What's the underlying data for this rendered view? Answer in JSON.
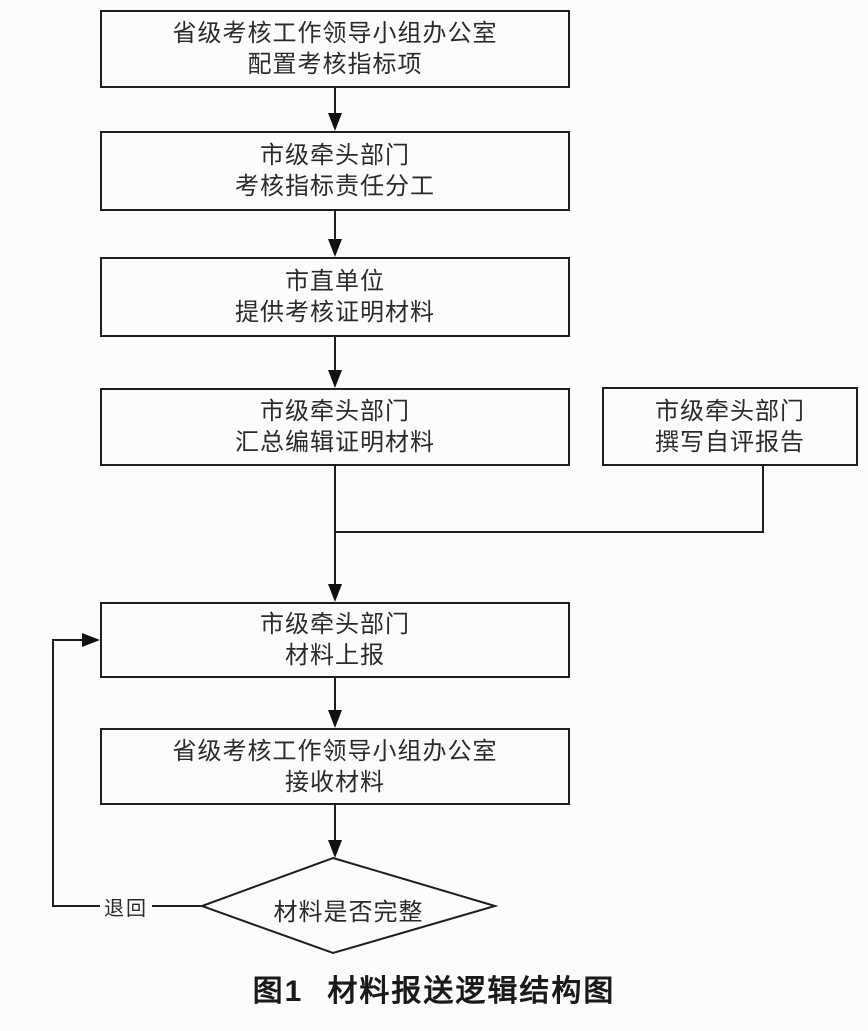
{
  "colors": {
    "line": "#1e1e1e",
    "text": "#2b2b2b",
    "background": "#fcfcfc"
  },
  "nodes": {
    "province_configure": {
      "line1": "省级考核工作领导小组办公室",
      "line2": "配置考核指标项"
    },
    "city_division": {
      "line1": "市级牵头部门",
      "line2": "考核指标责任分工"
    },
    "city_units_provide": {
      "line1": "市直单位",
      "line2": "提供考核证明材料"
    },
    "city_compile": {
      "line1": "市级牵头部门",
      "line2": "汇总编辑证明材料"
    },
    "city_self_report": {
      "line1": "市级牵头部门",
      "line2": "撰写自评报告"
    },
    "city_submit": {
      "line1": "市级牵头部门",
      "line2": "材料上报"
    },
    "province_receive": {
      "line1": "省级考核工作领导小组办公室",
      "line2": "接收材料"
    }
  },
  "decision": {
    "label": "材料是否完整"
  },
  "edges": {
    "return_label": "退回"
  },
  "caption": {
    "prefix": "图1",
    "text": "材料报送逻辑结构图"
  }
}
